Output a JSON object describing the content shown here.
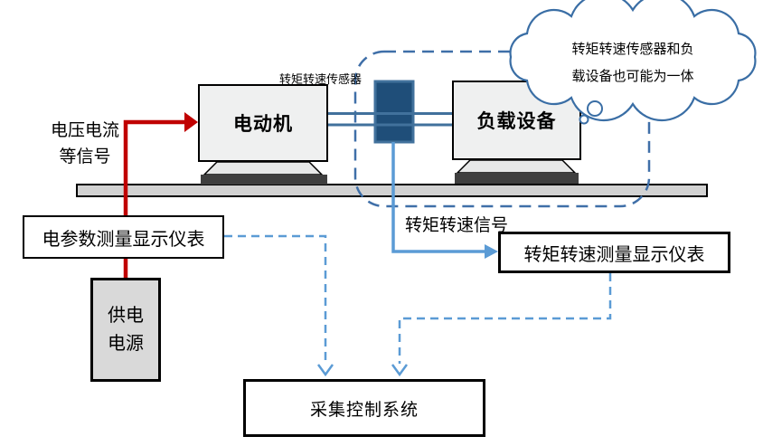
{
  "boxes": {
    "motor": "电动机",
    "load": "负载设备",
    "electric_meter": "电参数测量显示仪表",
    "power_supply_l1": "供电",
    "power_supply_l2": "电源",
    "torque_meter": "转矩转速测量显示仪表",
    "daq": "采集控制系统"
  },
  "labels": {
    "sensor": "转矩转速传感器",
    "voltage_l1": "电压电流",
    "voltage_l2": "等信号",
    "torque_signal": "转矩转速信号",
    "cloud_l1": "转矩转速传感器和负",
    "cloud_l2": "载设备也可能为一体"
  },
  "colors": {
    "power_line_red": "#C00000",
    "signal_blue": "#5B9BD5",
    "dash_blue": "#3F6FA8",
    "sensor_fill": "#1F4E79",
    "sensor_border": "#41719C",
    "cloud_stroke": "#3A6EA5",
    "platform_gray": "#D2D2D2",
    "pedestal_gray": "#E7E8E8",
    "dark_bar_gray": "#3F3F3F",
    "machine_fill": "#EFF0F0",
    "psu_fill": "#D9D9D9"
  }
}
